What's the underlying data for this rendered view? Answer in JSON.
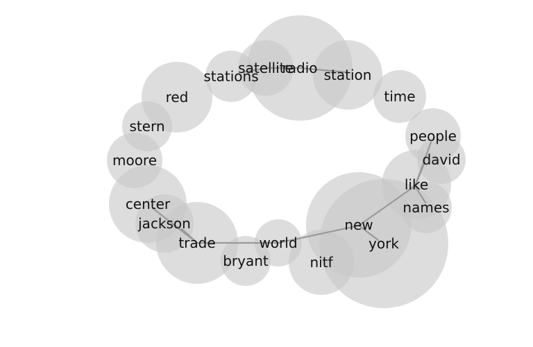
{
  "graph": {
    "nodes": [
      {
        "id": "radio",
        "label": "radio"
      },
      {
        "id": "satellite",
        "label": "satellite"
      },
      {
        "id": "stations",
        "label": "stations"
      },
      {
        "id": "station",
        "label": "station"
      },
      {
        "id": "red",
        "label": "red"
      },
      {
        "id": "time",
        "label": "time"
      },
      {
        "id": "stern",
        "label": "stern"
      },
      {
        "id": "people",
        "label": "people"
      },
      {
        "id": "david",
        "label": "david"
      },
      {
        "id": "moore",
        "label": "moore"
      },
      {
        "id": "like",
        "label": "like"
      },
      {
        "id": "names",
        "label": "names"
      },
      {
        "id": "center",
        "label": "center"
      },
      {
        "id": "jackson",
        "label": "jackson"
      },
      {
        "id": "new",
        "label": "new"
      },
      {
        "id": "york",
        "label": "york"
      },
      {
        "id": "trade",
        "label": "trade"
      },
      {
        "id": "world",
        "label": "world"
      },
      {
        "id": "bryant",
        "label": "bryant"
      },
      {
        "id": "nitf",
        "label": "nitf"
      }
    ],
    "edges": [
      [
        "stations",
        "satellite"
      ],
      [
        "satellite",
        "radio"
      ],
      [
        "radio",
        "station"
      ],
      [
        "people",
        "like"
      ],
      [
        "david",
        "like"
      ],
      [
        "like",
        "names"
      ],
      [
        "like",
        "new"
      ],
      [
        "new",
        "york"
      ],
      [
        "new",
        "world"
      ],
      [
        "world",
        "trade"
      ],
      [
        "trade",
        "center"
      ],
      [
        "trade",
        "jackson"
      ]
    ],
    "colors": {
      "bubble": "#c8c8c8",
      "edge": "#9a9a9a",
      "text": "#111111"
    }
  }
}
